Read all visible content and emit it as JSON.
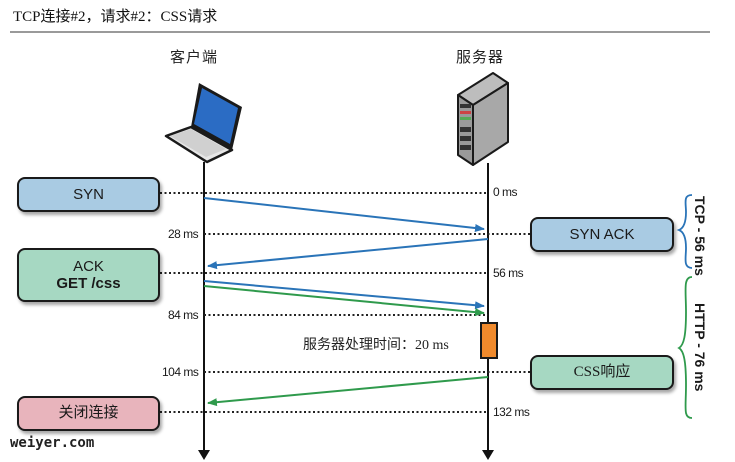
{
  "title": "TCP连接#2，请求#2：CSS请求",
  "actors": {
    "client": {
      "label": "客户端",
      "icon": "laptop-icon"
    },
    "server": {
      "label": "服务器",
      "icon": "server-icon"
    }
  },
  "colors": {
    "syn_blue": "#a9cbe3",
    "ack_green": "#a6d8c2",
    "close_pink": "#e8b4bc",
    "tcp_arrow": "#2a74b8",
    "http_arrow": "#2f9a4c",
    "processing": "#f08a2c"
  },
  "client_boxes": [
    {
      "label": "SYN"
    },
    {
      "label_line1": "ACK",
      "label_line2": "GET /css"
    },
    {
      "label": "关闭连接"
    }
  ],
  "server_boxes": [
    {
      "label": "SYN ACK"
    },
    {
      "label": "CSS响应"
    }
  ],
  "timestamps": {
    "t0": "0 ms",
    "t28": "28 ms",
    "t56": "56 ms",
    "t84": "84 ms",
    "t104": "104 ms",
    "t132": "132 ms"
  },
  "processing": {
    "label": "服务器处理时间：20 ms"
  },
  "braces": {
    "tcp": "TCP - 56 ms",
    "http": "HTTP - 76 ms"
  },
  "watermark": "weiyer.com"
}
